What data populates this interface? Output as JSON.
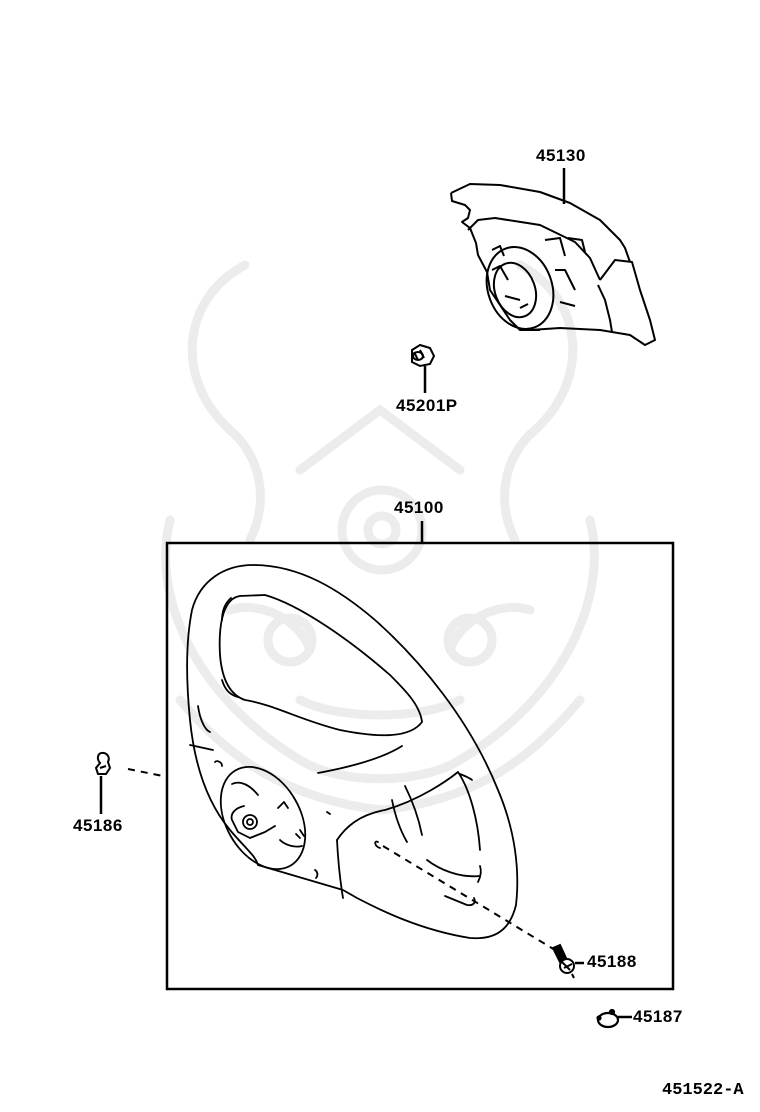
{
  "diagram": {
    "type": "parts-exploded-view",
    "subject": "steering wheel assembly",
    "diagram_code": "451522-A",
    "watermark": "samurai helmet logo (faint)",
    "colors": {
      "line": "#000000",
      "background": "#ffffff",
      "watermark": "#ececec"
    }
  },
  "parts": [
    {
      "id": "part-45130",
      "number": "45130",
      "depicts": "horn pad / airbag assembly"
    },
    {
      "id": "part-45201P",
      "number": "45201P",
      "depicts": "nut"
    },
    {
      "id": "part-45100",
      "number": "45100",
      "depicts": "steering wheel assembly",
      "boxed": true
    },
    {
      "id": "part-45186",
      "number": "45186",
      "depicts": "clip"
    },
    {
      "id": "part-45188",
      "number": "45188",
      "depicts": "screw"
    },
    {
      "id": "part-45187",
      "number": "45187",
      "depicts": "ring / retainer"
    }
  ],
  "labels": {
    "p45130": "45130",
    "p45201P": "45201P",
    "p45100": "45100",
    "p45186": "45186",
    "p45188": "45188",
    "p45187": "45187",
    "code": "451522-A"
  }
}
